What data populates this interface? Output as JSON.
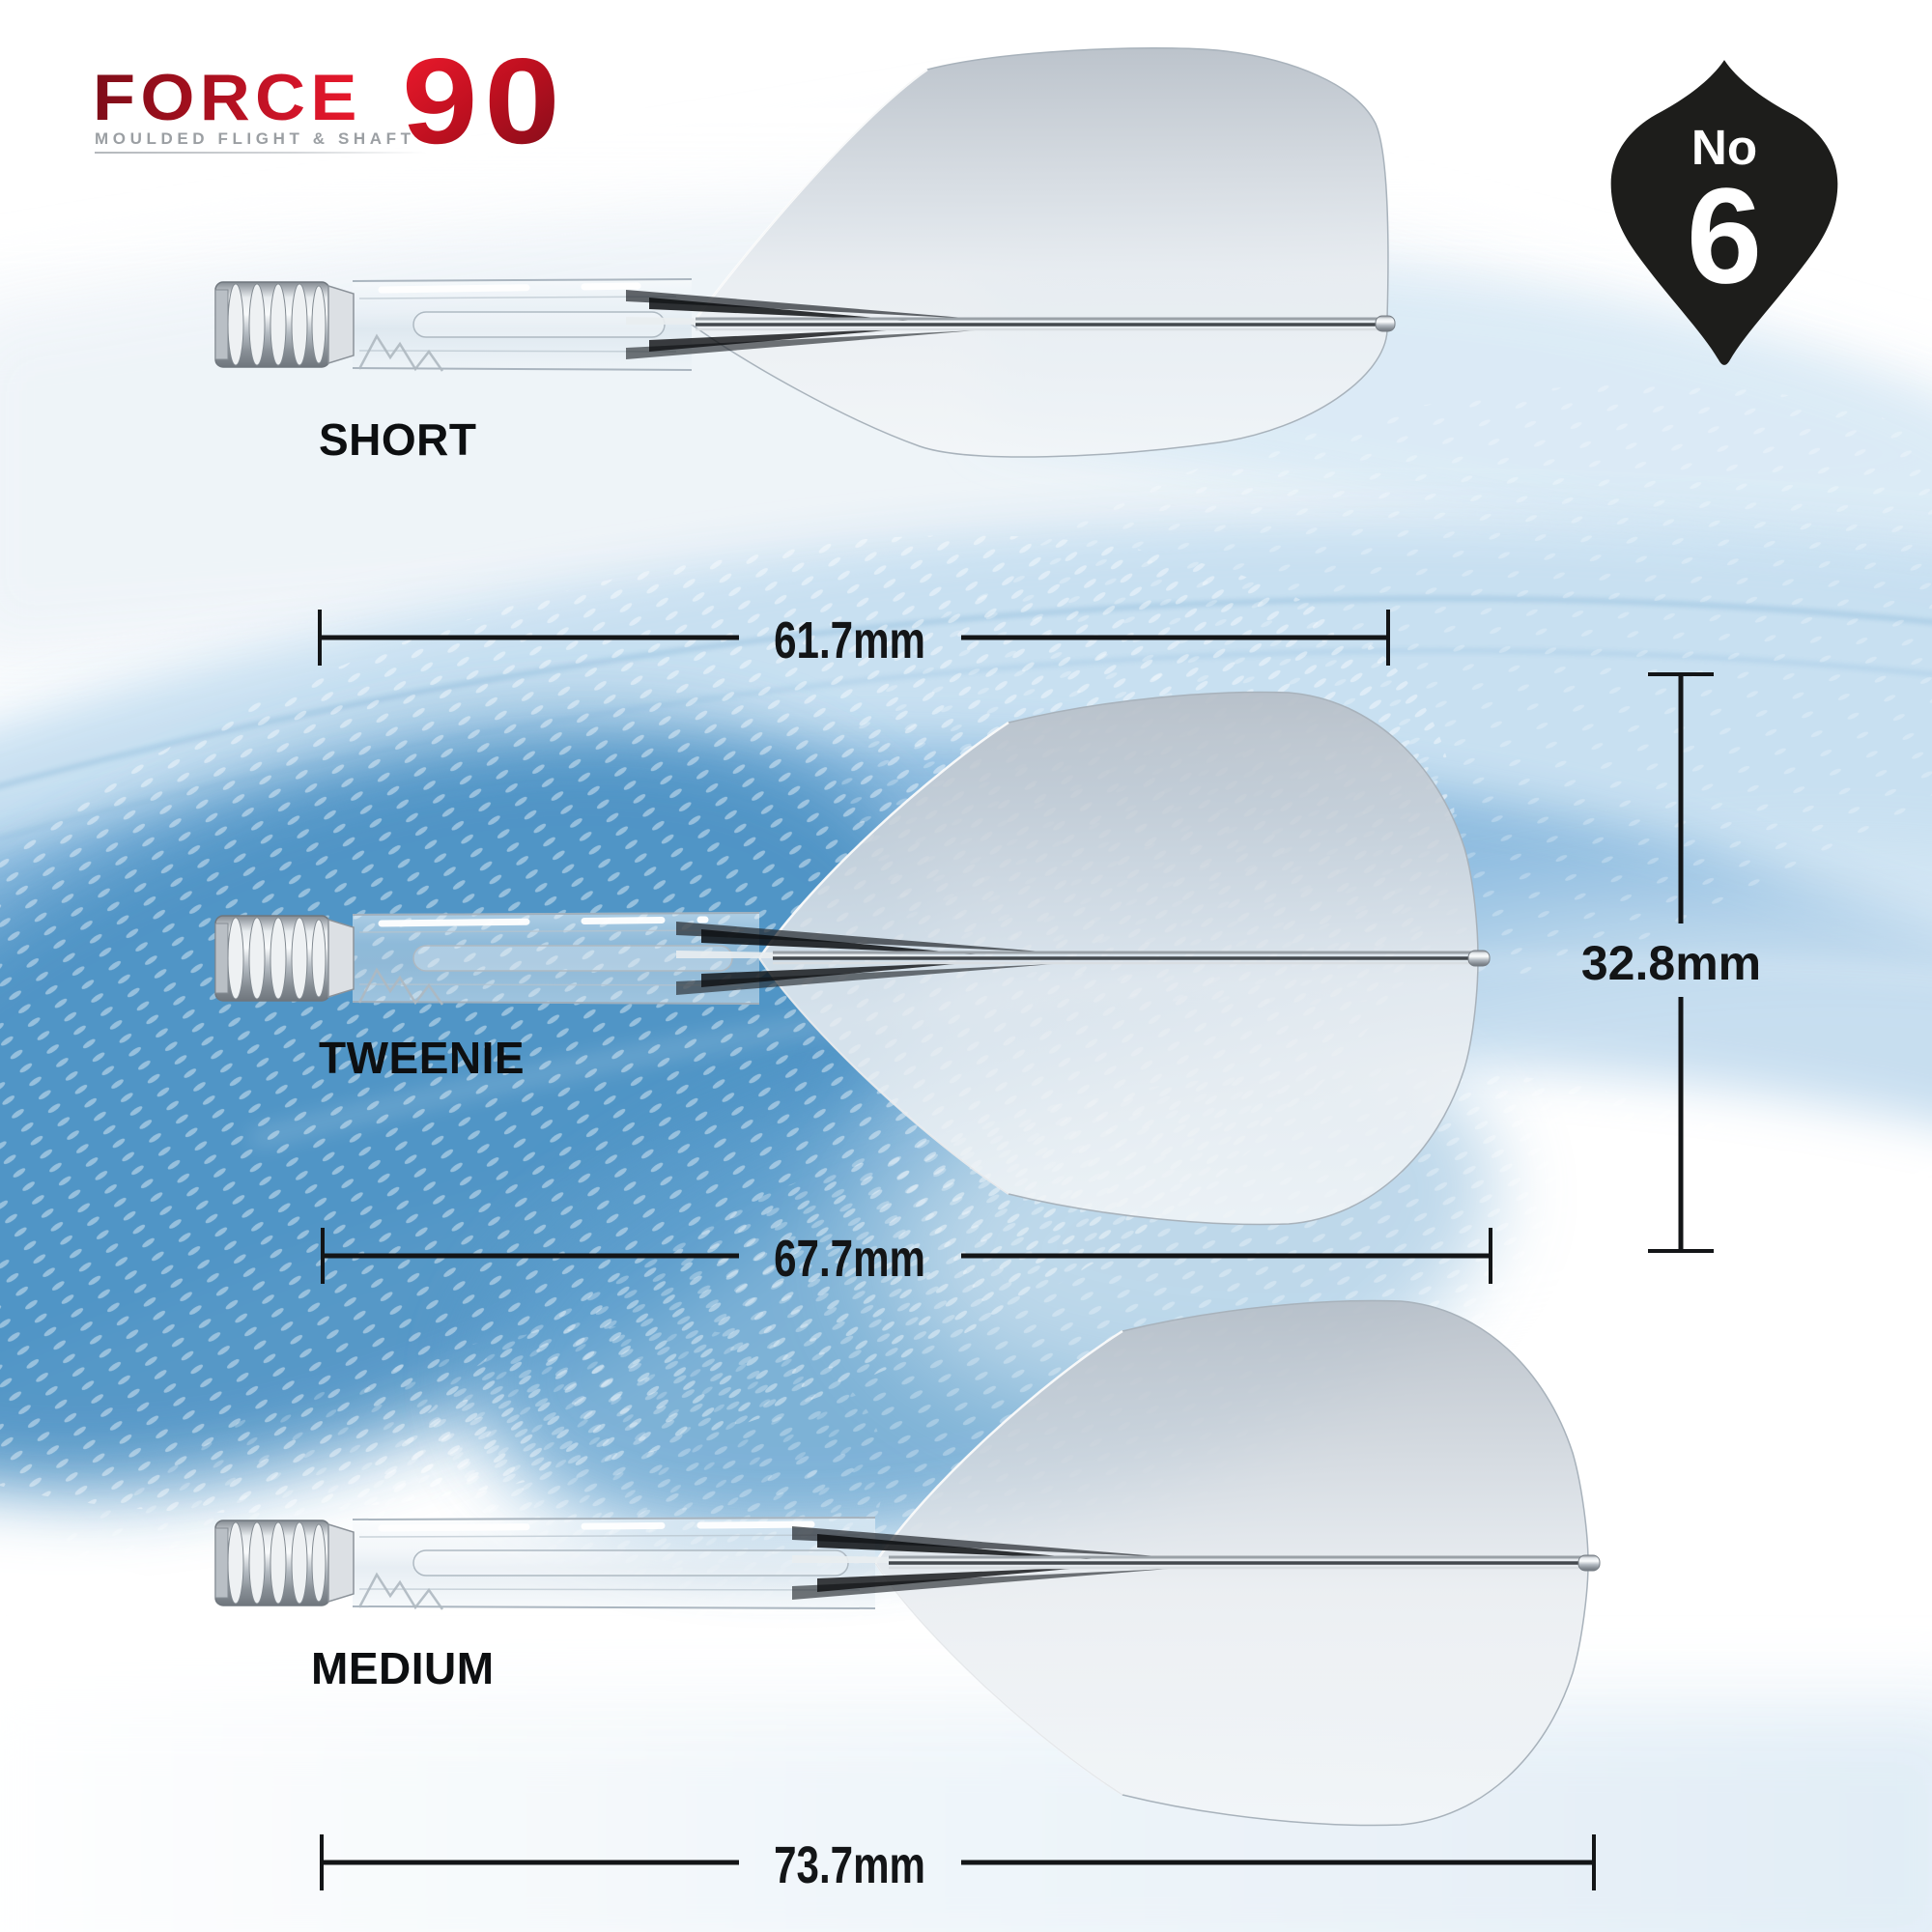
{
  "logo": {
    "brand": "FORCE",
    "number": "90",
    "tagline": "MOULDED FLIGHT & SHAFT",
    "brand_color_dark": "#7e0d19",
    "brand_color_bright": "#e8192b",
    "tagline_color": "#9b9fa3"
  },
  "badge": {
    "prefix": "No",
    "number": "6",
    "shape_icon": "dart-flight-no6-silhouette-icon",
    "bg_color": "#1d1d1b",
    "text_color": "#ffffff"
  },
  "product": {
    "flight_height": {
      "label": "32.8mm"
    },
    "variants": [
      {
        "name": "SHORT",
        "length": "61.7mm"
      },
      {
        "name": "TWEENIE",
        "length": "67.7mm"
      },
      {
        "name": "MEDIUM",
        "length": "73.7mm"
      }
    ],
    "shaft_etching_icon": "mountain-peaks-icon",
    "material": "clear-transparent"
  },
  "colors": {
    "measure_line": "#131517",
    "label_text": "#0d0f11",
    "background_blue_deep": "#4e93c5",
    "background_blue_mid": "#8abadf",
    "background_blue_light": "#c6dff1",
    "flight_gray": "#dbe1e7"
  }
}
